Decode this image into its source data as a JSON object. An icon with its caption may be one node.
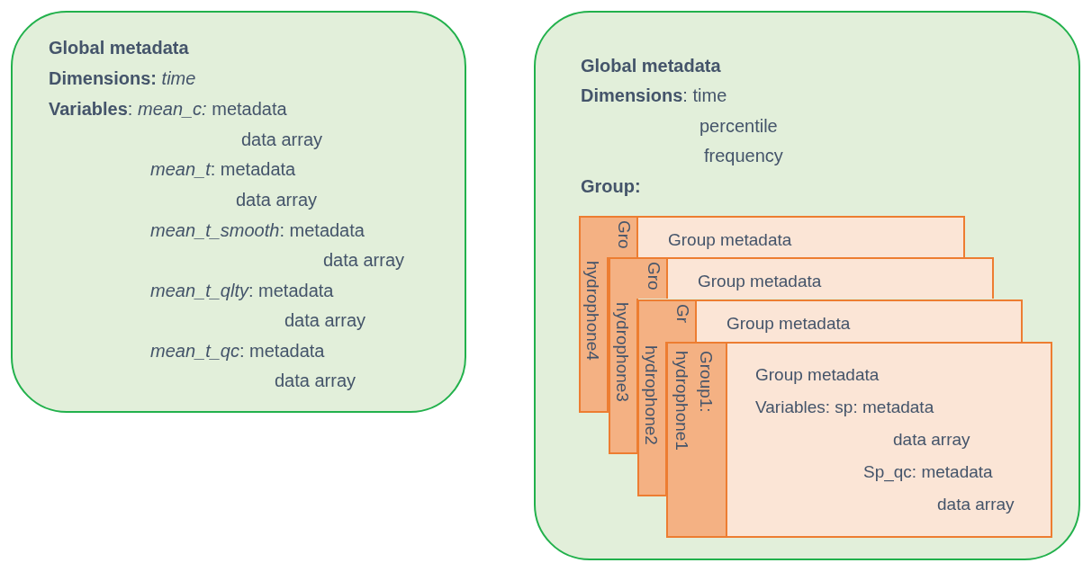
{
  "diagram": {
    "nodes": [
      {
        "text": [
          "Global metadata",
          "**Dimensions:** *time*",
          "**Variables**: *mean_c:* metadata",
          "data array",
          "*mean_t*: metadata",
          "data array",
          "*mean_t_smooth*: metadata",
          "data array",
          "*mean_t_qlty*: metadata",
          "data array",
          "*mean_t_qc*: metadata",
          "data array"
        ]
      },
      {
        "text": [
          "Global metadata",
          "**Dimensions**: time",
          "percentile",
          "frequency",
          "Group:"
        ]
      },
      {
        "text": [
          "Gro",
          "Group metadata"
        ],
        "in": 1
      },
      {
        "text": [
          "hydrophone4"
        ],
        "in": 1
      },
      {
        "text": [
          "Gro",
          "Group metadata"
        ],
        "in": 1
      },
      {
        "text": [
          "hydrophone3"
        ],
        "in": 1
      },
      {
        "text": [
          "Gr",
          "Group metadata"
        ],
        "in": 1
      },
      {
        "text": [
          "hydrophone2"
        ],
        "in": 1
      },
      {
        "text": [
          "Group metadata",
          "Variables: sp: metadata",
          "data array",
          "Sp_qc: metadata",
          "data array"
        ],
        "in": 1
      },
      {
        "text": [
          "Group1:",
          "hydrophone1"
        ],
        "in": 8
      }
    ]
  }
}
